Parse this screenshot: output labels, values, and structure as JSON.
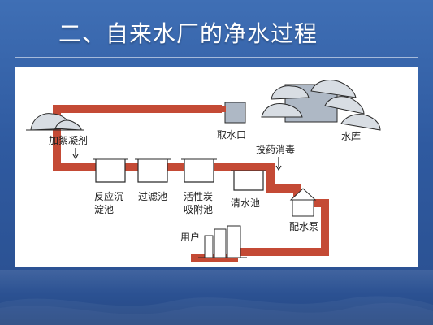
{
  "slide": {
    "title": "二、自来水厂的净水过程"
  },
  "diagram": {
    "labels": {
      "intake": "取水口",
      "reservoir": "水库",
      "coagulant": "加絮凝剂",
      "reaction_line1": "反应沉",
      "reaction_line2": "淀池",
      "filter": "过滤池",
      "carbon_line1": "活性炭",
      "carbon_line2": "吸附池",
      "clear_water": "清水池",
      "disinfect": "投药消毒",
      "pump": "配水泵",
      "user": "用户"
    },
    "colors": {
      "pipe": "#c44a35",
      "tank_fill": "#ffffff",
      "tank_stroke": "#2a2a2a",
      "box_fill": "#aeb8c5",
      "tree_fill": "#d8dde3",
      "text": "#222222"
    }
  }
}
